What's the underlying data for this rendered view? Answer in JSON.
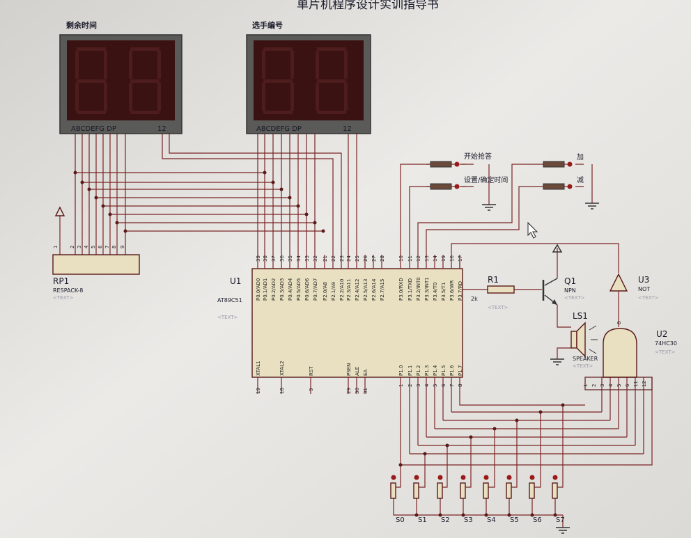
{
  "page_title": "单片机程序设计实训指导书",
  "displays": {
    "time": {
      "title": "剩余时间",
      "segment_label": "ABCDEFG DP",
      "digit_label": "12"
    },
    "player": {
      "title": "选手编号",
      "segment_label": "ABCDEFG DP",
      "digit_label": "12"
    }
  },
  "rp1": {
    "ref": "RP1",
    "value": "RESPACK-8",
    "text": "<TEXT>",
    "pins": [
      "1",
      "2",
      "3",
      "4",
      "5",
      "6",
      "7",
      "8",
      "9"
    ]
  },
  "u1": {
    "ref": "U1",
    "value": "AT89C51",
    "text": "<TEXT>",
    "p0": [
      "P0.0/AD0",
      "P0.1/AD1",
      "P0.2/AD2",
      "P0.3/AD3",
      "P0.4/AD4",
      "P0.5/AD5",
      "P0.6/AD6",
      "P0.7/AD7"
    ],
    "p0_nums": [
      "39",
      "38",
      "37",
      "36",
      "35",
      "34",
      "33",
      "32"
    ],
    "p2": [
      "P2.0/A8",
      "P2.1/A9",
      "P2.2/A10",
      "P2.3/A11",
      "P2.4/A12",
      "P2.5/A13",
      "P2.6/A14",
      "P2.7/A15"
    ],
    "p2_nums": [
      "21",
      "22",
      "23",
      "24",
      "25",
      "26",
      "27",
      "28"
    ],
    "p3": [
      "P3.0/RXD",
      "P3.1/TXD",
      "P3.2/INT0",
      "P3.3/INT1",
      "P3.4/T0",
      "P3.5/T1",
      "P3.6/WR",
      "P3.7/RD"
    ],
    "p3_nums": [
      "10",
      "11",
      "12",
      "13",
      "14",
      "15",
      "16",
      "17"
    ],
    "p1": [
      "P1.0",
      "P1.1",
      "P1.2",
      "P1.3",
      "P1.4",
      "P1.5",
      "P1.6",
      "P1.7"
    ],
    "p1_nums": [
      "1",
      "2",
      "3",
      "4",
      "5",
      "6",
      "7",
      "8"
    ],
    "bottom": [
      "XTAL1",
      "XTAL2",
      "RST",
      "PSEN",
      "ALE",
      "EA"
    ],
    "bottom_nums": [
      "19",
      "18",
      "9",
      "29",
      "30",
      "31"
    ]
  },
  "buttons": {
    "start": "开始抢答",
    "set": "设置/确定时间",
    "plus": "加",
    "minus": "减"
  },
  "r1": {
    "ref": "R1",
    "value": "2k",
    "text": "<TEXT>"
  },
  "q1": {
    "ref": "Q1",
    "value": "NPN",
    "text": "<TEXT>"
  },
  "ls1": {
    "ref": "LS1",
    "value": "SPEAKER",
    "text": "<TEXT>"
  },
  "u3": {
    "ref": "U3",
    "value": "NOT",
    "text": "<TEXT>",
    "pin": "8"
  },
  "u2": {
    "ref": "U2",
    "value": "74HC30",
    "text": "<TEXT>",
    "pins": [
      "1",
      "2",
      "3",
      "4",
      "5",
      "6",
      "11",
      "12"
    ]
  },
  "switches": [
    "S0",
    "S1",
    "S2",
    "S3",
    "S4",
    "S5",
    "S6",
    "S7"
  ]
}
